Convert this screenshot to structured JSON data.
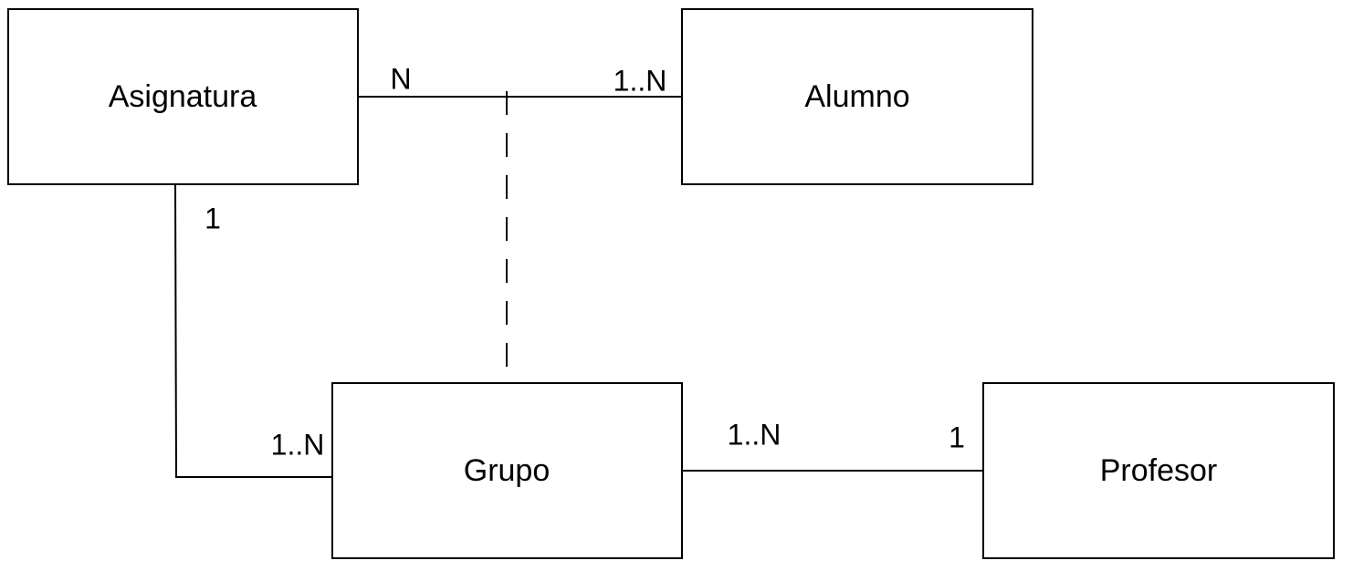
{
  "entities": {
    "asignatura": "Asignatura",
    "alumno": "Alumno",
    "grupo": "Grupo",
    "profesor": "Profesor"
  },
  "relationships": {
    "asignatura_alumno": {
      "asignatura_side": "N",
      "alumno_side": "1..N"
    },
    "asignatura_grupo": {
      "asignatura_side": "1",
      "grupo_side": "1..N"
    },
    "grupo_profesor": {
      "grupo_side": "1..N",
      "profesor_side": "1"
    }
  }
}
